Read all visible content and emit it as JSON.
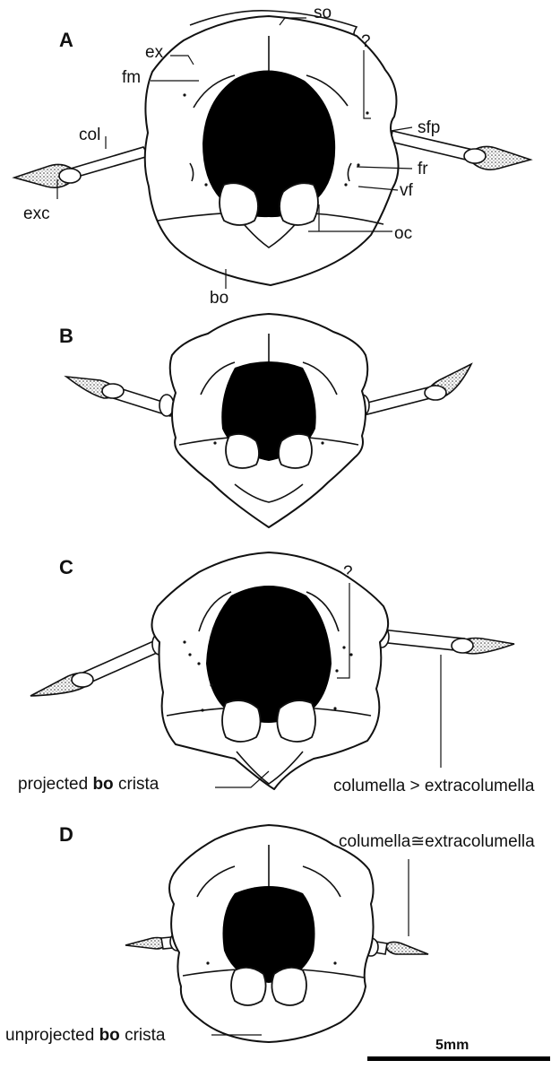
{
  "panels": [
    {
      "id": "A"
    },
    {
      "id": "B"
    },
    {
      "id": "C"
    },
    {
      "id": "D"
    }
  ],
  "labels": {
    "so": "so",
    "ex": "ex",
    "fm": "fm",
    "q_a": "?",
    "col": "col",
    "sfp": "sfp",
    "exc": "exc",
    "fr": "fr",
    "vf": "vf",
    "oc": "oc",
    "bo": "bo",
    "q_c": "?"
  },
  "annotations": {
    "projected_pre": "projected ",
    "projected_bold": "bo",
    "projected_post": " crista",
    "col_gt": "columella > extracolumella",
    "col_approx": "columella≅extracolumella",
    "unprojected_pre": "unprojected ",
    "unprojected_bold": "bo",
    "unprojected_post": " crista"
  },
  "scale_bar": {
    "label": "5mm"
  }
}
